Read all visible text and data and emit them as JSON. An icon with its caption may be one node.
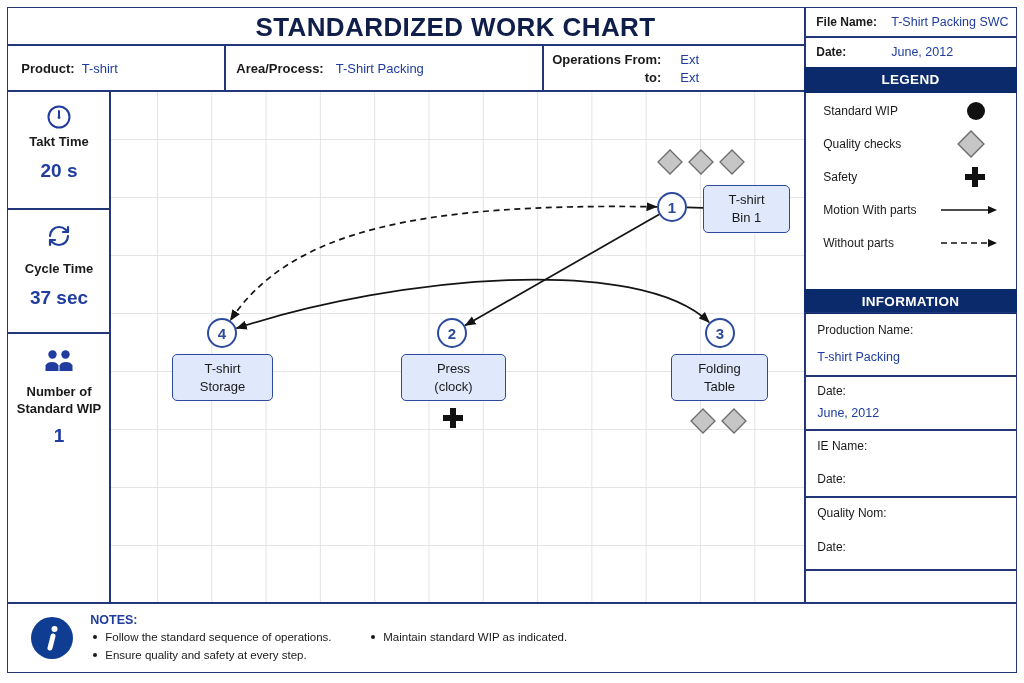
{
  "diagram": {
    "title": "STANDARDIZED WORK CHART",
    "nodes": [
      {
        "text": [
          "Product:",
          "T-shirt"
        ]
      },
      {
        "text": [
          "Area/Process:",
          "T-Shirt Packing"
        ]
      },
      {
        "text": [
          "Operations From:",
          "Ext",
          "to:",
          "Ext"
        ]
      },
      {
        "text": [
          "File Name:",
          "T-Shirt Packing SWC"
        ]
      },
      {
        "text": [
          "Date:",
          "June, 2012"
        ]
      },
      {
        "text": [
          "Takt Time",
          "20 s"
        ]
      },
      {
        "text": [
          "Cycle Time",
          "37 sec"
        ]
      },
      {
        "text": [
          "Number of Standard WIP",
          "1"
        ]
      },
      {
        "text": [
          "1"
        ]
      },
      {
        "text": [
          "T-shirt Bin 1"
        ]
      },
      {
        "text": [
          "4"
        ]
      },
      {
        "text": [
          "2"
        ]
      },
      {
        "text": [
          "3"
        ]
      },
      {
        "text": [
          "T-shirt Storage"
        ]
      },
      {
        "text": [
          "Press (clock)"
        ]
      },
      {
        "text": [
          "Folding Table"
        ]
      },
      {
        "text": [
          "LEGEND"
        ]
      },
      {
        "text": [
          "INFORMATION"
        ]
      },
      {
        "text": [
          "Production Name:",
          "T-shirt Packing"
        ]
      },
      {
        "text": [
          "Date:",
          "June, 2012"
        ]
      },
      {
        "text": [
          "IE Name:",
          "Date:"
        ]
      },
      {
        "text": [
          "Quality Nom:",
          "Date:"
        ]
      },
      {
        "text": [
          "NOTES:",
          "Follow the standard sequence of operations.",
          "Ensure quality and safety at every step.",
          "Maintain standard WIP as indicated."
        ]
      }
    ],
    "edges": [
      {
        "from": 8,
        "to": 9,
        "arrow": "none"
      },
      {
        "from": 8,
        "to": 10,
        "arrow": "both",
        "style": "dashed"
      },
      {
        "from": 8,
        "to": 11,
        "arrow": "to"
      },
      {
        "from": 10,
        "to": 12,
        "arrow": "both"
      }
    ],
    "legend": [
      {
        "text": "Standard WIP"
      },
      {
        "text": "Quality checks"
      },
      {
        "text": "Safety"
      },
      {
        "text": "Motion With parts"
      },
      {
        "text": "Without parts"
      }
    ]
  }
}
